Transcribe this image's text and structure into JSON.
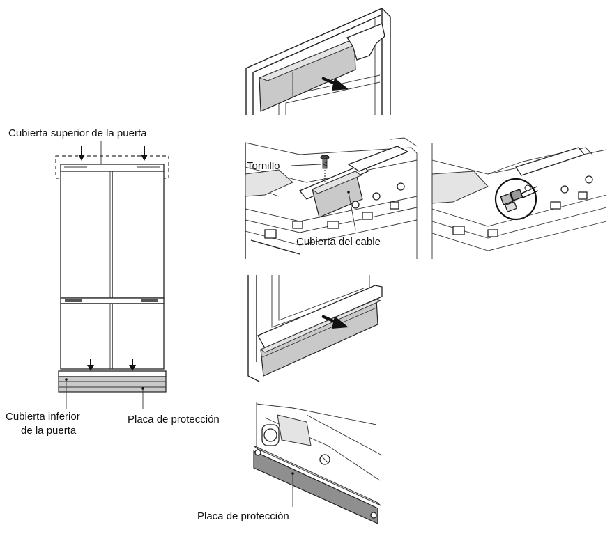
{
  "labels": {
    "top_cover": "Cubierta superior de la puerta",
    "screw": "Tornillo",
    "cable_cover": "Cubierta del cable",
    "bottom_cover_line1": "Cubierta inferior",
    "bottom_cover_line2": "de la puerta",
    "protection_plate_left": "Placa de protección",
    "protection_plate_bottom": "Placa de protección"
  },
  "colors": {
    "line": "#222222",
    "part_gray": "#c9c9c9",
    "plate_gray": "#8f8f8f"
  },
  "icons": [
    "arrow-down-icon",
    "arrow-pull-icon",
    "screw-icon"
  ]
}
